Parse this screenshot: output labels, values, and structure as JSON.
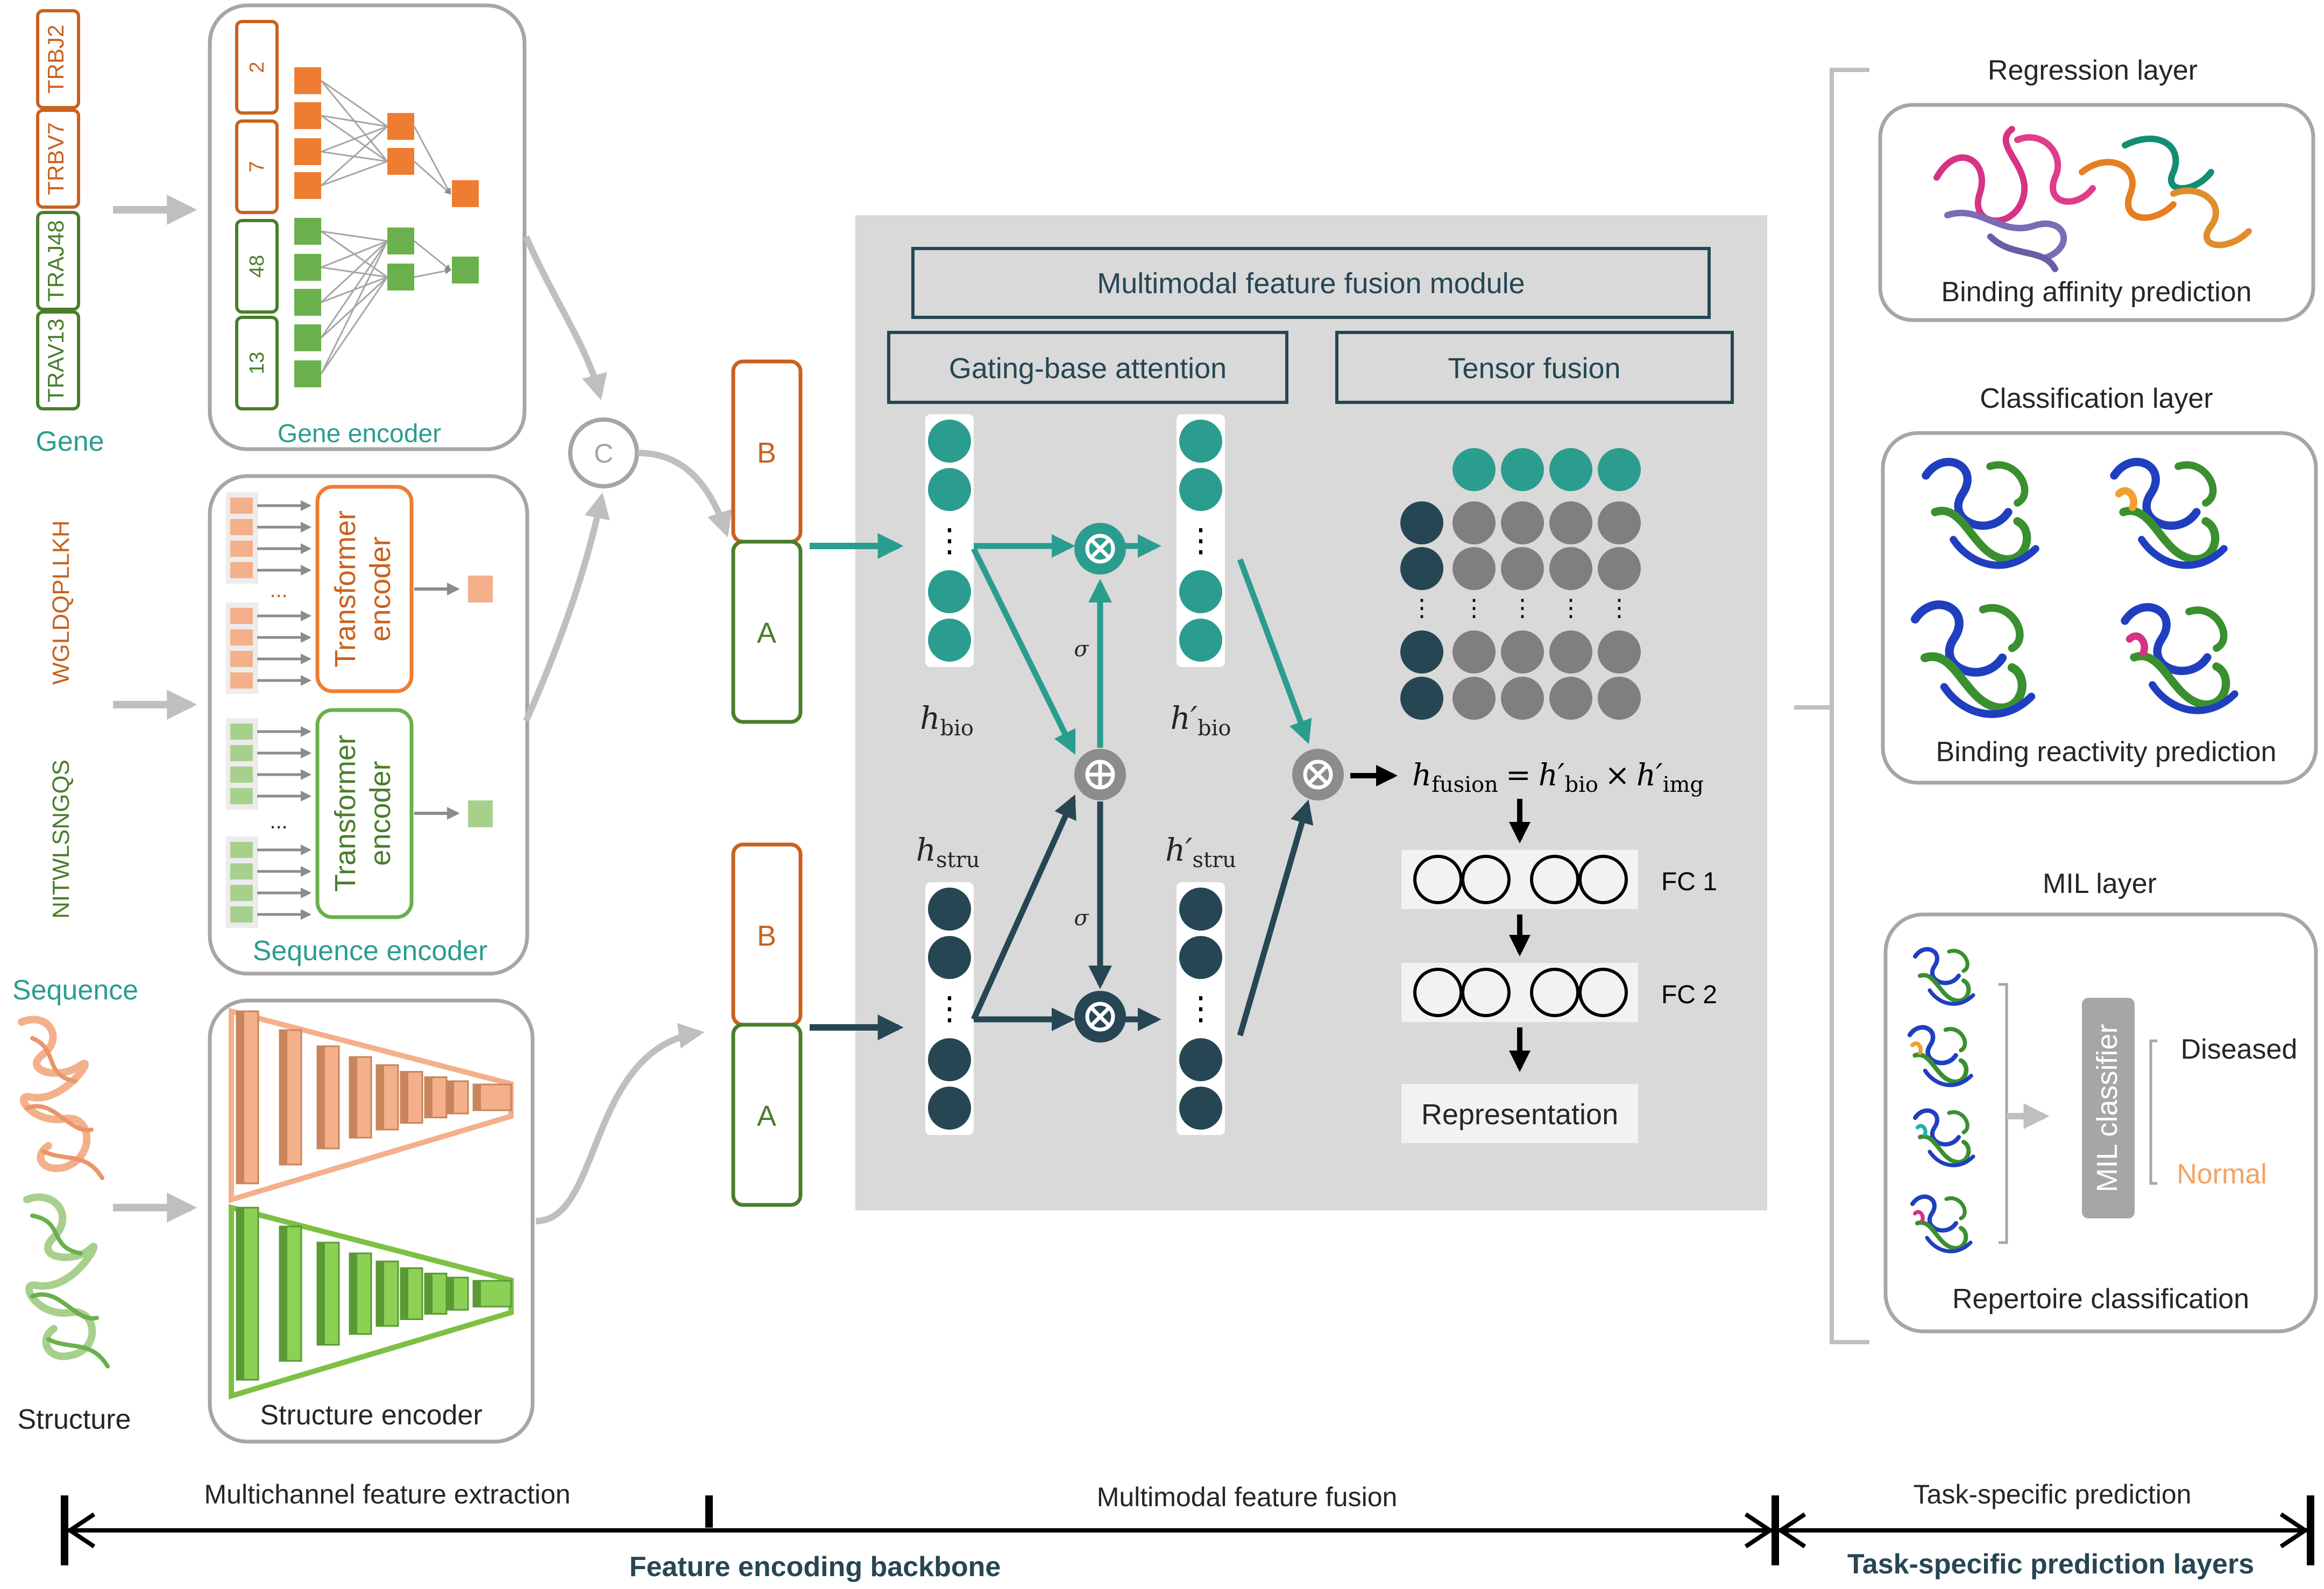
{
  "colors": {
    "teal": "#2a9d8f",
    "navy": "#264653",
    "orange": "#c8621e",
    "orange_fill": "#ee7d32",
    "light_orange": "#f3b08a",
    "green": "#4a7d2c",
    "green_fill": "#6ab04c",
    "light_green": "#a8d08d",
    "bright_green": "#7dc043",
    "gray": "#a6a6a6",
    "panel_gray": "#d9d9d9",
    "circle_gray": "#7f7f7f"
  },
  "inputs": {
    "gene_tags": [
      "TRBJ2",
      "TRBV7",
      "TRAJ48",
      "TRAV13"
    ],
    "gene_label": "Gene",
    "cdr3_beta": "WGLDQPLLKH",
    "cdr3_alpha": "NITWLSNGQS",
    "sequence_label": "Sequence",
    "structure_label": "Structure"
  },
  "encoders": {
    "gene": {
      "label": "Gene encoder",
      "indices": [
        "2",
        "7",
        "48",
        "13"
      ]
    },
    "sequence": {
      "label": "Sequence encoder",
      "transformer_line1": "Transformer",
      "transformer_line2": "encoder",
      "ellipsis": "..."
    },
    "structure": {
      "label": "Structure encoder"
    },
    "concat_symbol": "C"
  },
  "chains": {
    "top": {
      "b": "B",
      "a": "A"
    },
    "bottom": {
      "b": "B",
      "a": "A"
    }
  },
  "fusion": {
    "module_title": "Multimodal feature fusion module",
    "gating_title": "Gating-base attention",
    "tensor_title": "Tensor fusion",
    "sigma": "σ",
    "h_bio": "h",
    "h_bio_sub": "bio",
    "h_bio_prime": "h′",
    "h_stru": "h",
    "h_stru_sub": "stru",
    "h_stru_prime": "h′",
    "h_fusion_sub": "fusion",
    "equals": "=",
    "times": "×",
    "h_img_sub": "img",
    "vdots": "⋮",
    "fc1": "FC 1",
    "fc2": "FC 2",
    "representation": "Representation"
  },
  "tasks": {
    "regression": {
      "title": "Regression layer",
      "caption": "Binding affinity prediction"
    },
    "classification": {
      "title": "Classification layer",
      "caption": "Binding reactivity prediction"
    },
    "mil": {
      "title": "MIL layer",
      "classifier": "MIL classifier",
      "diseased": "Diseased",
      "normal": "Normal",
      "caption": "Repertoire classification"
    }
  },
  "bottom": {
    "stage1": "Multichannel feature extraction",
    "stage2": "Multimodal feature fusion",
    "stage3": "Task-specific prediction",
    "backbone": "Feature encoding backbone",
    "prediction_layers": "Task-specific prediction layers"
  }
}
